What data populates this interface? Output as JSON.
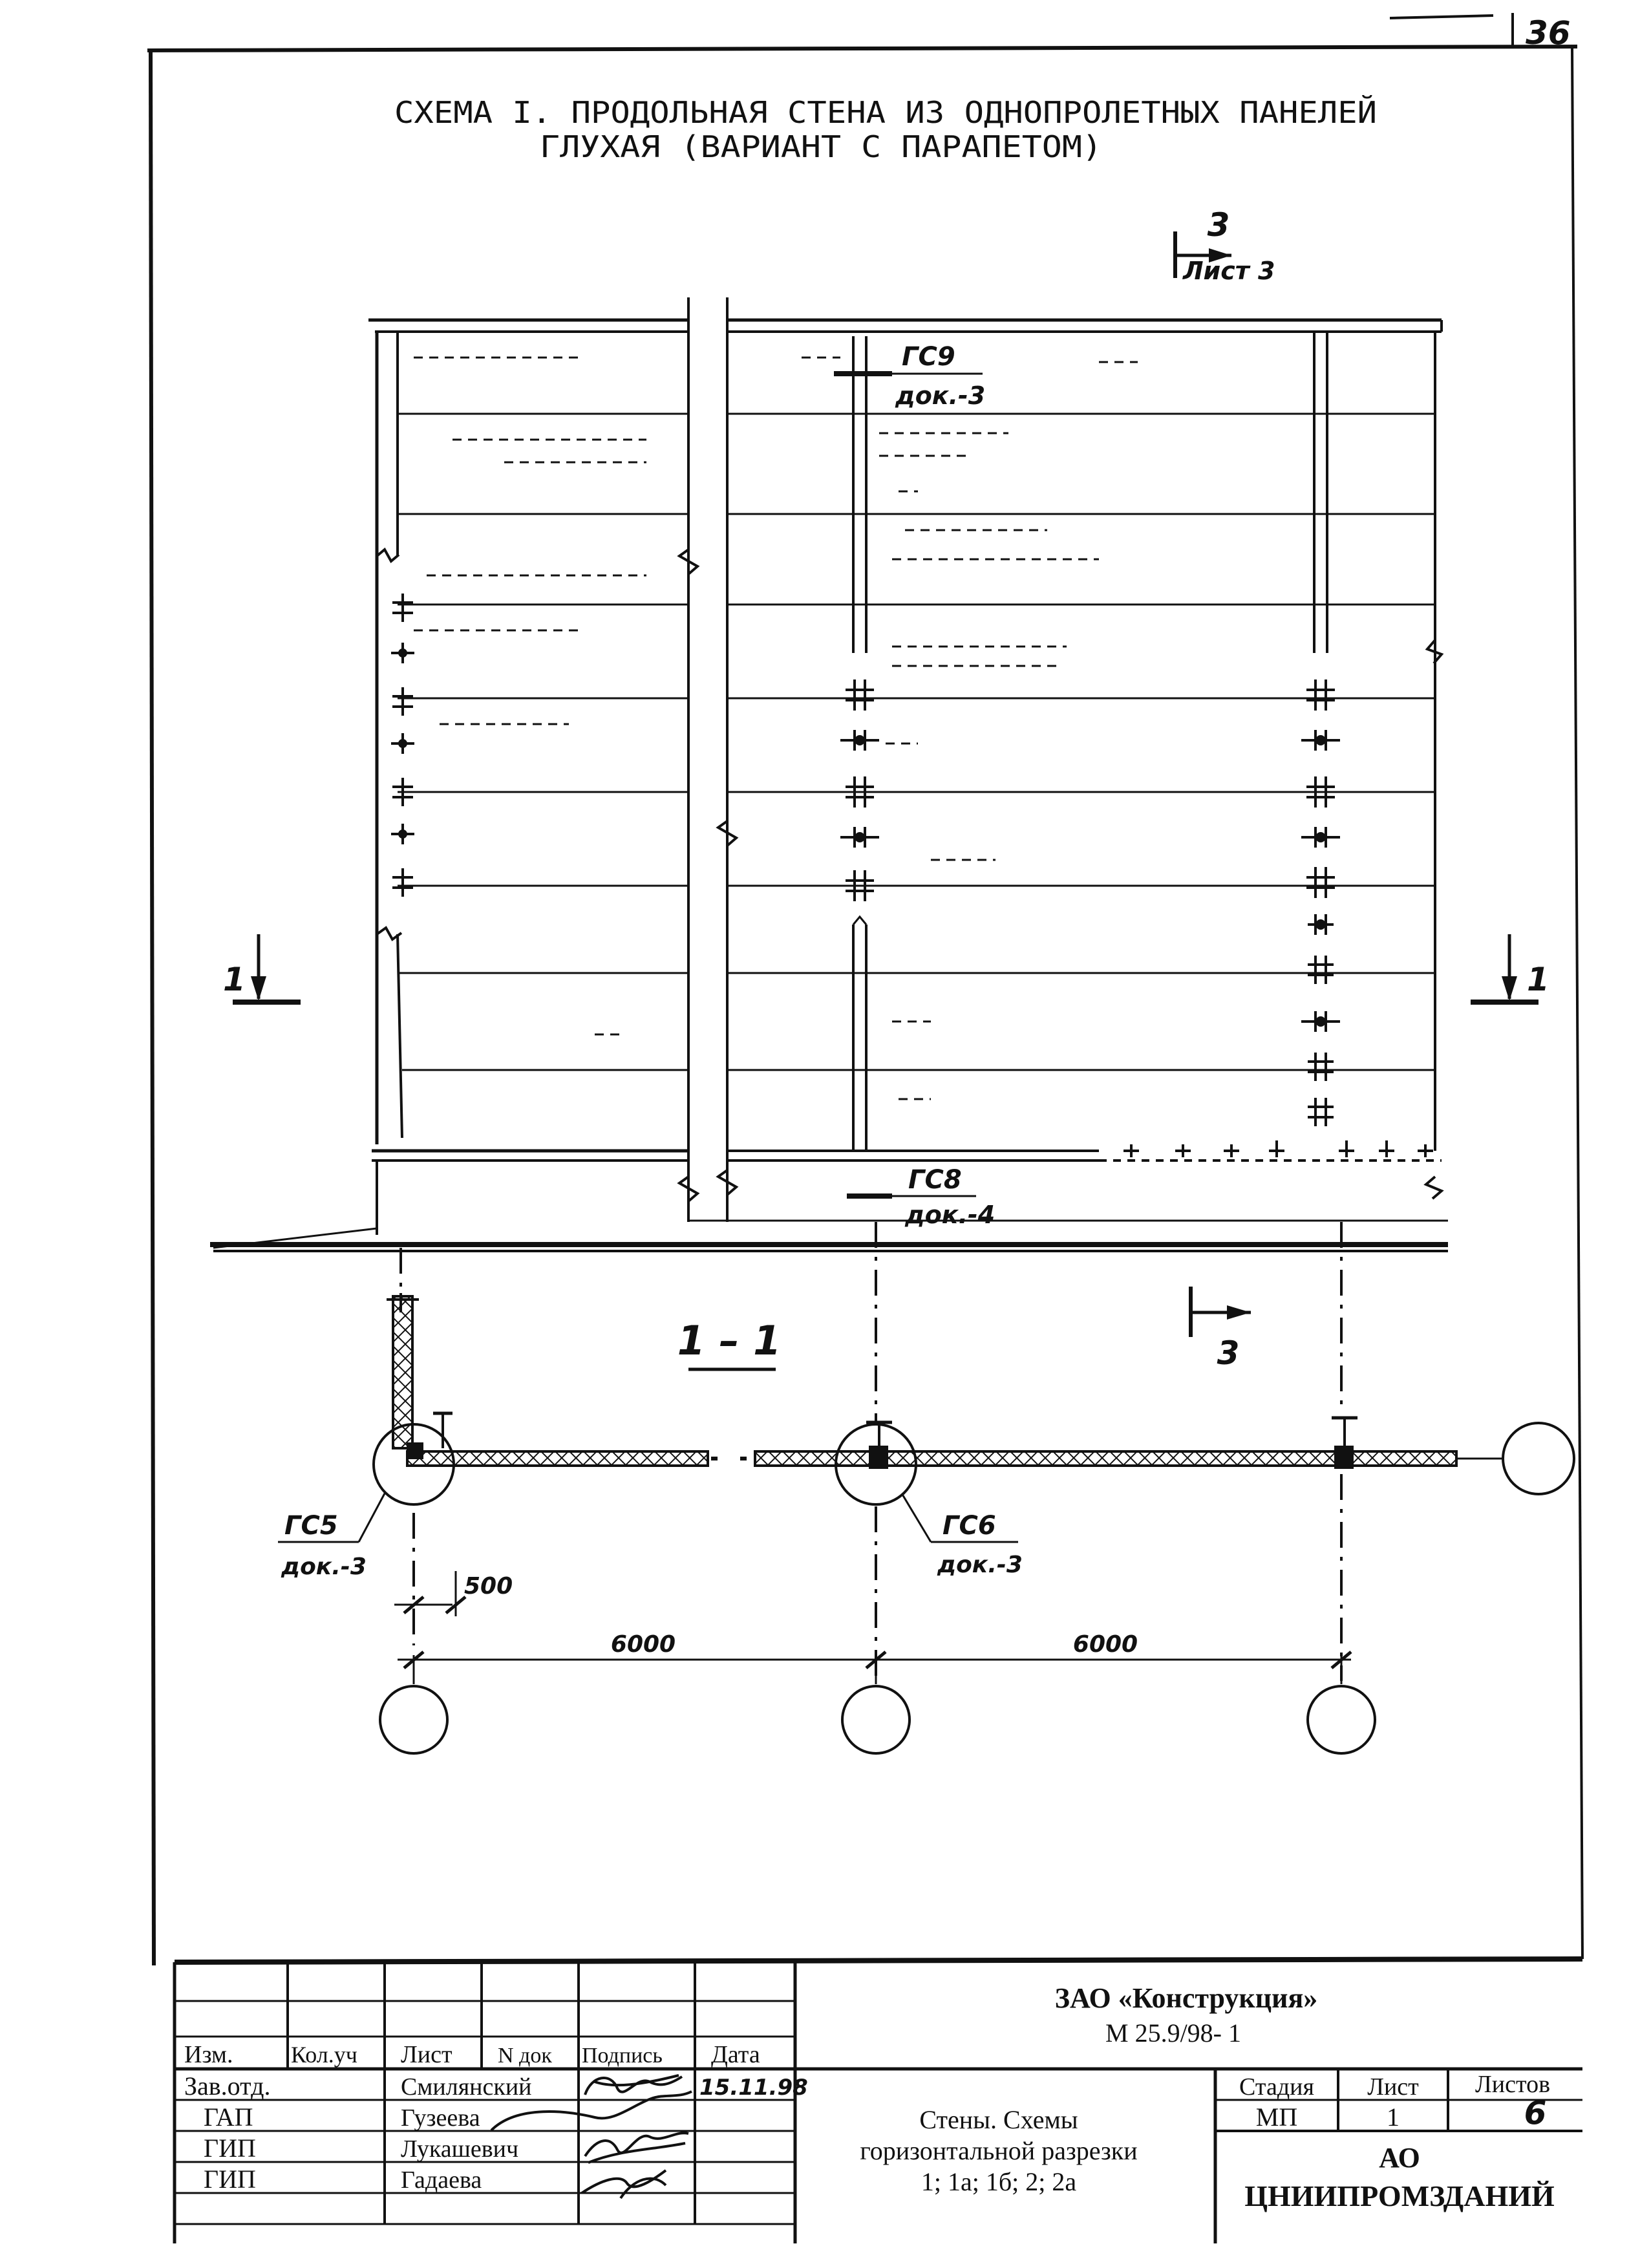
{
  "page_number": "36",
  "title": {
    "line1": "СХЕМА I. ПРОДОЛЬНАЯ СТЕНА ИЗ ОДНОПРОЛЕТНЫХ ПАНЕЛЕЙ",
    "line2": "ГЛУХАЯ (ВАРИАНТ С ПАРАПЕТОМ)"
  },
  "section_3": {
    "number": "3",
    "sheet_ref": "Лист 3"
  },
  "section_1_mark": "1",
  "section_label": "1 – 1",
  "callouts": {
    "gs9": {
      "node": "ГС9",
      "doc": "док.-3"
    },
    "gs8": {
      "node": "ГС8",
      "doc": "док.-4"
    },
    "gs5": {
      "node": "ГС5",
      "doc": "док.-3"
    },
    "gs6": {
      "node": "ГС6",
      "doc": "док.-3"
    }
  },
  "dimensions": {
    "offset": "500",
    "span1": "6000",
    "span2": "6000"
  },
  "title_block": {
    "company": "ЗАО «Конструкция»",
    "code": "М 25.9/98- 1",
    "headers": {
      "izm": "Изм.",
      "kol": "Кол.уч",
      "list": "Лист",
      "ndok": "N док",
      "podpis": "Подпись",
      "data": "Дата"
    },
    "roles": [
      "Зав.отд.",
      "ГАП",
      "ГИП",
      "ГИП"
    ],
    "names": [
      "Смилянский",
      "Гузеева",
      "Лукашевич",
      "Гадаева"
    ],
    "date": "15.11.98",
    "drawing_title": [
      "Стены. Схемы",
      "горизонтальной разрезки",
      "1; 1а; 1б; 2; 2а"
    ],
    "stage_label": "Стадия",
    "sheet_label": "Лист",
    "sheets_label": "Листов",
    "stage": "МП",
    "sheet": "1",
    "sheets": "6",
    "org": [
      "АО",
      "ЦНИИПРОМЗДАНИЙ"
    ]
  }
}
